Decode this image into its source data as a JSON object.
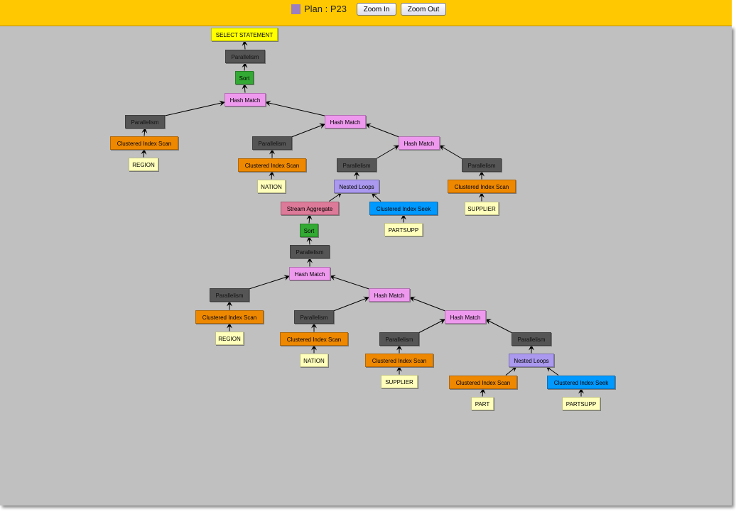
{
  "header": {
    "plan_label": "Plan : P23",
    "zoom_in": "Zoom In",
    "zoom_out": "Zoom Out",
    "swatch_color": "#9b7fc0"
  },
  "colors": {
    "SELECT STATEMENT": "#ffff00",
    "Parallelism": "#555555",
    "Sort": "#33aa33",
    "Hash Match": "#ee99ee",
    "Clustered Index Scan": "#ee8800",
    "table": "#ffffbb",
    "Nested Loops": "#aa99ee",
    "Stream Aggregate": "#dd7a99",
    "Clustered Index Seek": "#0099ff"
  },
  "nodes": [
    {
      "id": 1,
      "label": "SELECT STATEMENT",
      "kind": "SELECT STATEMENT",
      "parent": null
    },
    {
      "id": 2,
      "label": "Parallelism",
      "kind": "Parallelism",
      "parent": 1
    },
    {
      "id": 3,
      "label": "Sort",
      "kind": "Sort",
      "parent": 2
    },
    {
      "id": 4,
      "label": "Hash Match",
      "kind": "Hash Match",
      "parent": 3
    },
    {
      "id": 5,
      "label": "Parallelism",
      "kind": "Parallelism",
      "parent": 4
    },
    {
      "id": 6,
      "label": "Clustered Index Scan",
      "kind": "Clustered Index Scan",
      "parent": 5
    },
    {
      "id": 7,
      "label": "REGION",
      "kind": "table",
      "parent": 6
    },
    {
      "id": 8,
      "label": "Hash Match",
      "kind": "Hash Match",
      "parent": 4
    },
    {
      "id": 9,
      "label": "Parallelism",
      "kind": "Parallelism",
      "parent": 8
    },
    {
      "id": 10,
      "label": "Clustered Index Scan",
      "kind": "Clustered Index Scan",
      "parent": 9
    },
    {
      "id": 11,
      "label": "NATION",
      "kind": "table",
      "parent": 10
    },
    {
      "id": 12,
      "label": "Hash Match",
      "kind": "Hash Match",
      "parent": 8
    },
    {
      "id": 13,
      "label": "Parallelism",
      "kind": "Parallelism",
      "parent": 12
    },
    {
      "id": 14,
      "label": "Nested Loops",
      "kind": "Nested Loops",
      "parent": 13
    },
    {
      "id": 15,
      "label": "Stream Aggregate",
      "kind": "Stream Aggregate",
      "parent": 14
    },
    {
      "id": 16,
      "label": "Sort",
      "kind": "Sort",
      "parent": 15
    },
    {
      "id": 17,
      "label": "Parallelism",
      "kind": "Parallelism",
      "parent": 16
    },
    {
      "id": 18,
      "label": "Hash Match",
      "kind": "Hash Match",
      "parent": 17
    },
    {
      "id": 19,
      "label": "Parallelism",
      "kind": "Parallelism",
      "parent": 18
    },
    {
      "id": 20,
      "label": "Clustered Index Scan",
      "kind": "Clustered Index Scan",
      "parent": 19
    },
    {
      "id": 21,
      "label": "REGION",
      "kind": "table",
      "parent": 20
    },
    {
      "id": 22,
      "label": "Hash Match",
      "kind": "Hash Match",
      "parent": 18
    },
    {
      "id": 23,
      "label": "Parallelism",
      "kind": "Parallelism",
      "parent": 22
    },
    {
      "id": 24,
      "label": "Clustered Index Scan",
      "kind": "Clustered Index Scan",
      "parent": 23
    },
    {
      "id": 25,
      "label": "NATION",
      "kind": "table",
      "parent": 24
    },
    {
      "id": 26,
      "label": "Hash Match",
      "kind": "Hash Match",
      "parent": 22
    },
    {
      "id": 27,
      "label": "Parallelism",
      "kind": "Parallelism",
      "parent": 26
    },
    {
      "id": 28,
      "label": "Clustered Index Scan",
      "kind": "Clustered Index Scan",
      "parent": 27
    },
    {
      "id": 29,
      "label": "SUPPLIER",
      "kind": "table",
      "parent": 28
    },
    {
      "id": 30,
      "label": "Parallelism",
      "kind": "Parallelism",
      "parent": 26
    },
    {
      "id": 31,
      "label": "Nested Loops",
      "kind": "Nested Loops",
      "parent": 30
    },
    {
      "id": 32,
      "label": "Clustered Index Scan",
      "kind": "Clustered Index Scan",
      "parent": 31
    },
    {
      "id": 33,
      "label": "PART",
      "kind": "table",
      "parent": 32
    },
    {
      "id": 34,
      "label": "Clustered Index Seek",
      "kind": "Clustered Index Seek",
      "parent": 31
    },
    {
      "id": 35,
      "label": "PARTSUPP",
      "kind": "table",
      "parent": 34
    },
    {
      "id": 36,
      "label": "Clustered Index Seek",
      "kind": "Clustered Index Seek",
      "parent": 14
    },
    {
      "id": 37,
      "label": "PARTSUPP",
      "kind": "table",
      "parent": 36
    },
    {
      "id": 38,
      "label": "Parallelism",
      "kind": "Parallelism",
      "parent": 12
    },
    {
      "id": 39,
      "label": "Clustered Index Scan",
      "kind": "Clustered Index Scan",
      "parent": 38
    },
    {
      "id": 40,
      "label": "SUPPLIER",
      "kind": "table",
      "parent": 39
    }
  ]
}
